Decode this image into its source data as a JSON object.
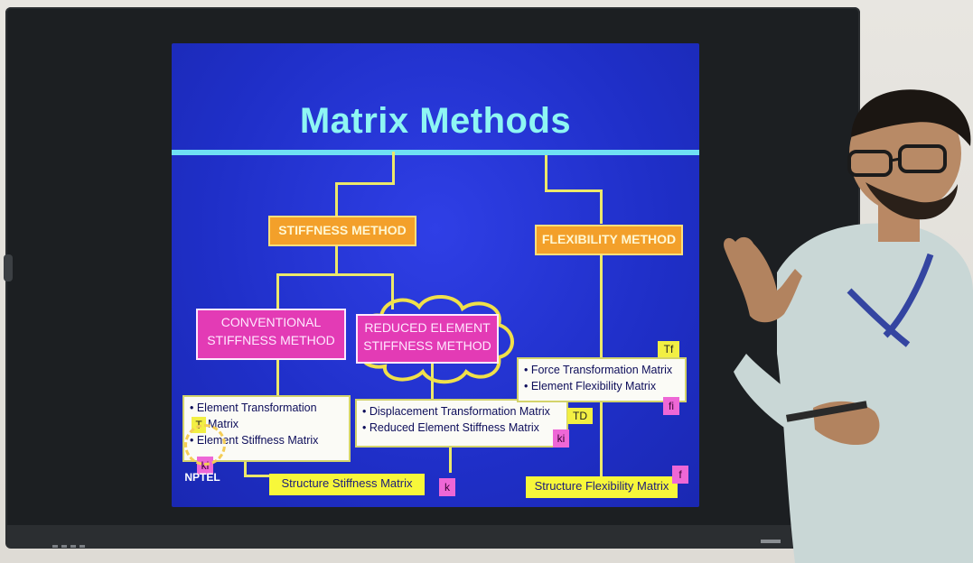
{
  "slide": {
    "title": "Matrix Methods",
    "stiffness_method": "STIFFNESS METHOD",
    "flexibility_method": "FLEXIBILITY METHOD",
    "conventional_line1": "CONVENTIONAL",
    "conventional_line2": "STIFFNESS METHOD",
    "reduced_line1": "REDUCED ELEMENT",
    "reduced_line2": "STIFFNESS METHOD",
    "left_list_1": "• Element Transformation",
    "left_list_1b": "Matrix",
    "left_list_2": "• Element Stiffness Matrix",
    "mid_list_1": "• Displacement Transformation Matrix",
    "mid_list_2": "• Reduced Element Stiffness Matrix",
    "right_list_1": "• Force Transformation Matrix",
    "right_list_2": "• Element Flexibility Matrix",
    "structure_stiffness": "Structure Stiffness Matrix",
    "structure_flexibility": "Structure Flexibility Matrix",
    "tag_k": "k",
    "tag_f": "f",
    "tag_tf": "Tf",
    "tag_fi": "fi",
    "tag_td": "TD",
    "tag_ki": "ki",
    "tag_t": "T",
    "tag_k_small": "ki"
  },
  "logo": {
    "text": "NPTEL"
  },
  "colors": {
    "slide_blue": "#1f2fc8",
    "title_cyan": "#8ef6f3",
    "orange": "#f3a02a",
    "pink": "#e33bb5",
    "yellow": "#f7f73a"
  }
}
